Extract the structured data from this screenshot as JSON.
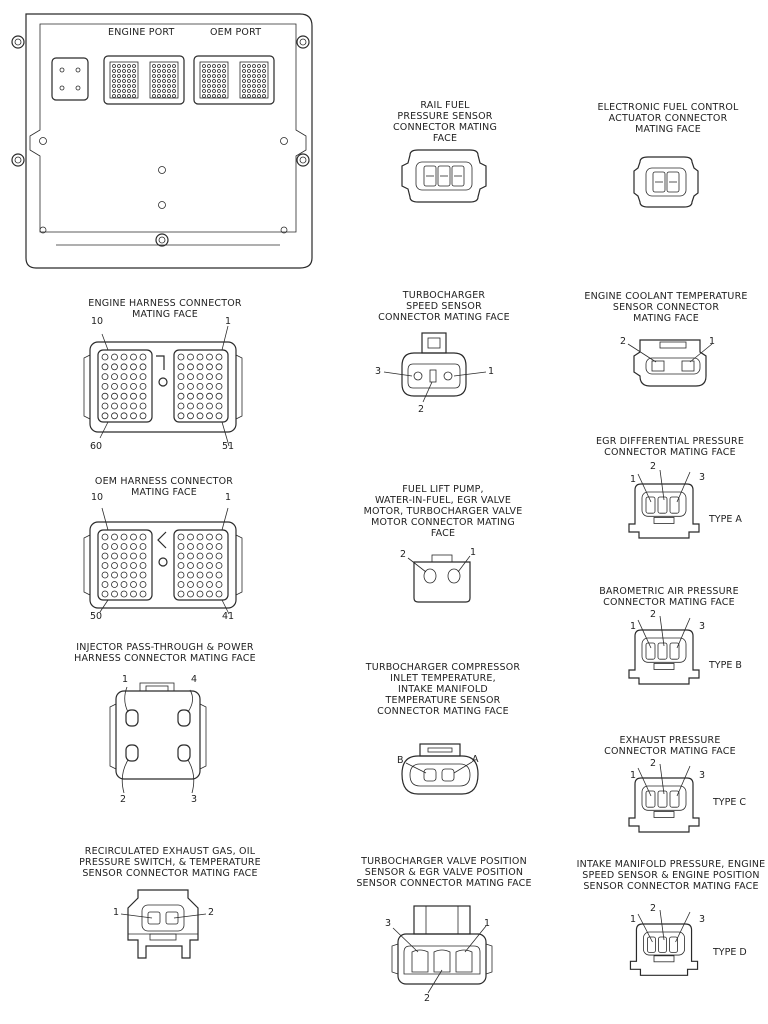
{
  "ecm": {
    "engine_port": "ENGINE PORT",
    "oem_port": "OEM PORT"
  },
  "connectors": {
    "rail_fuel": "RAIL FUEL\nPRESSURE SENSOR\nCONNECTOR MATING FACE",
    "efc": "ELECTRONIC FUEL CONTROL\nACTUATOR CONNECTOR\nMATING FACE",
    "engine_harness": "ENGINE HARNESS CONNECTOR\nMATING FACE",
    "turbo_speed": "TURBOCHARGER\nSPEED SENSOR\nCONNECTOR MATING FACE",
    "coolant": "ENGINE COOLANT TEMPERATURE\nSENSOR CONNECTOR\nMATING FACE",
    "egr_diff": "EGR DIFFERENTIAL PRESSURE\nCONNECTOR MATING FACE",
    "oem_harness": "OEM HARNESS CONNECTOR\nMATING FACE",
    "fuel_lift": "FUEL LIFT PUMP,\nWATER-IN-FUEL, EGR VALVE\nMOTOR, TURBOCHARGER VALVE\nMOTOR CONNECTOR MATING\nFACE",
    "barometric": "BAROMETRIC AIR PRESSURE\nCONNECTOR MATING FACE",
    "injector": "INJECTOR PASS-THROUGH & POWER\nHARNESS CONNECTOR MATING FACE",
    "turbo_compressor": "TURBOCHARGER COMPRESSOR\nINLET TEMPERATURE,\nINTAKE MANIFOLD\nTEMPERATURE SENSOR\nCONNECTOR MATING FACE",
    "exhaust": "EXHAUST PRESSURE\nCONNECTOR MATING FACE",
    "recirc": "RECIRCULATED EXHAUST GAS, OIL\nPRESSURE SWITCH, & TEMPERATURE\nSENSOR CONNECTOR MATING FACE",
    "turbo_valve": "TURBOCHARGER VALVE POSITION\nSENSOR & EGR VALVE POSITION\nSENSOR CONNECTOR MATING FACE",
    "intake_manifold": "INTAKE MANIFOLD PRESSURE, ENGINE\nSPEED SENSOR & ENGINE POSITION\nSENSOR CONNECTOR MATING FACE"
  },
  "types": {
    "a": "TYPE A",
    "b": "TYPE B",
    "c": "TYPE C",
    "d": "TYPE D"
  },
  "pins": {
    "engine": {
      "tl": "10",
      "tr": "1",
      "bl": "60",
      "br": "51"
    },
    "oem": {
      "tl": "10",
      "tr": "1",
      "bl": "50",
      "br": "41"
    },
    "turbo_speed": {
      "left": "3",
      "right": "1",
      "bottom": "2"
    },
    "coolant": {
      "left": "2",
      "right": "1"
    },
    "fuel_lift": {
      "left": "2",
      "right": "1"
    },
    "three_pin": {
      "left": "1",
      "mid": "2",
      "right": "3"
    },
    "injector": {
      "tl": "1",
      "tr": "4",
      "bl": "2",
      "br": "3"
    },
    "compressor": {
      "left": "B",
      "right": "A"
    },
    "recirc": {
      "left": "1",
      "right": "2"
    },
    "turbo_valve": {
      "left": "3",
      "right": "1",
      "bottom": "2"
    }
  }
}
